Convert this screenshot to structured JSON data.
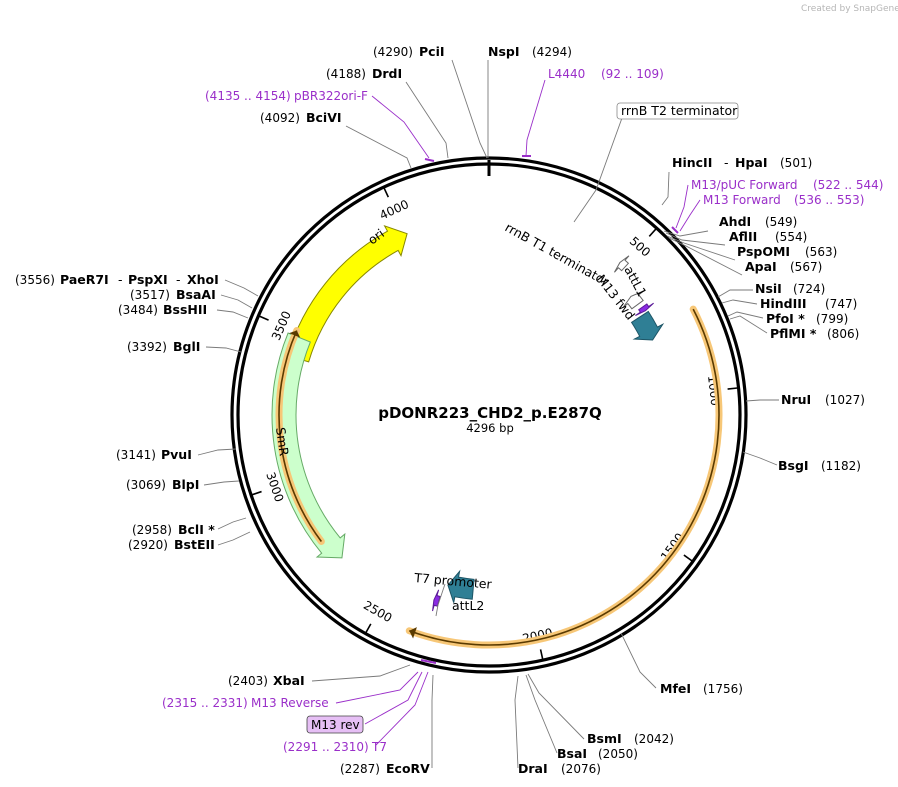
{
  "watermark": "Created by SnapGene",
  "plasmid": {
    "name": "pDONR223_CHD2_p.E287Q",
    "size_label": "4296 bp",
    "length": 4296
  },
  "ticks": [
    {
      "bp": 500,
      "label": "500"
    },
    {
      "bp": 1000,
      "label": "1000"
    },
    {
      "bp": 1500,
      "label": "1500"
    },
    {
      "bp": 2000,
      "label": "2000"
    },
    {
      "bp": 2500,
      "label": "2500"
    },
    {
      "bp": 3000,
      "label": "3000"
    },
    {
      "bp": 3500,
      "label": "3500"
    },
    {
      "bp": 4000,
      "label": "4000"
    }
  ],
  "features": [
    {
      "name": "ori",
      "start": 3418,
      "end": 4006,
      "color": "#ffff00",
      "stroke": "#888800"
    },
    {
      "name": "SmR",
      "start": 2695,
      "end": 3487,
      "color": "#ccffcc",
      "stroke": "#66aa66"
    },
    {
      "name": "rrnB T1 terminator",
      "start": 598,
      "end": 637,
      "color": "#ffffff",
      "stroke": "#666666"
    },
    {
      "name": "rrnB T2 terminator",
      "start": 485,
      "end": 508,
      "color": "#ffffff",
      "stroke": "#666666"
    },
    {
      "name": "attL1",
      "start": 680,
      "end": 780,
      "color": "#2f7f95",
      "stroke": "#1d5566"
    },
    {
      "name": "attL2",
      "start": 2210,
      "end": 2310,
      "color": "#2f7f95",
      "stroke": "#1d5566"
    },
    {
      "name": "M13 fwd",
      "start": 655,
      "end": 672,
      "color": "#8a2be2",
      "stroke": "#5b1a99"
    },
    {
      "name": "T7 promoter",
      "start": 2328,
      "end": 2346,
      "color": "#8a2be2",
      "stroke": "#5b1a99"
    }
  ],
  "orf": {
    "start": 747,
    "end": 2390,
    "label": ""
  },
  "enzymes": [
    {
      "name": "PciI",
      "pos": "(4290)"
    },
    {
      "name": "NspI",
      "pos": "(4294)"
    },
    {
      "name": "DrdI",
      "pos": "(4188)"
    },
    {
      "name": "BciVI",
      "pos": "(4092)"
    },
    {
      "name": "HincII",
      "pos": ""
    },
    {
      "name": "HpaI",
      "pos": "(501)"
    },
    {
      "name": "AhdI",
      "pos": "(549)"
    },
    {
      "name": "AflII",
      "pos": "(554)"
    },
    {
      "name": "PspOMI",
      "pos": "(563)"
    },
    {
      "name": "ApaI",
      "pos": "(567)"
    },
    {
      "name": "NsiI",
      "pos": "(724)"
    },
    {
      "name": "HindIII",
      "pos": "(747)"
    },
    {
      "name": "PfoI *",
      "pos": "(799)"
    },
    {
      "name": "PflMI *",
      "pos": "(806)"
    },
    {
      "name": "NruI",
      "pos": "(1027)"
    },
    {
      "name": "BsgI",
      "pos": "(1182)"
    },
    {
      "name": "MfeI",
      "pos": "(1756)"
    },
    {
      "name": "BsmI",
      "pos": "(2042)"
    },
    {
      "name": "BsaI",
      "pos": "(2050)"
    },
    {
      "name": "DraI",
      "pos": "(2076)"
    },
    {
      "name": "EcoRV",
      "pos": "(2287)"
    },
    {
      "name": "XbaI",
      "pos": "(2403)"
    },
    {
      "name": "BstEII",
      "pos": "(2920)"
    },
    {
      "name": "BclI *",
      "pos": "(2958)"
    },
    {
      "name": "BlpI",
      "pos": "(3069)"
    },
    {
      "name": "PvuI",
      "pos": "(3141)"
    },
    {
      "name": "BglI",
      "pos": "(3392)"
    },
    {
      "name": "BssHII",
      "pos": "(3484)"
    },
    {
      "name": "BsaAI",
      "pos": "(3517)"
    },
    {
      "name": "PaeR7I",
      "pos": "(3556)"
    },
    {
      "name": "PspXI",
      "pos": ""
    },
    {
      "name": "XhoI",
      "pos": ""
    }
  ],
  "primers": [
    {
      "name": "L4440",
      "range": "(92 .. 109)"
    },
    {
      "name": "pBR322ori-F",
      "range": "(4135 .. 4154)"
    },
    {
      "name": "M13/pUC Forward",
      "range": "(522 .. 544)"
    },
    {
      "name": "M13 Forward",
      "range": "(536 .. 553)"
    },
    {
      "name": "M13 Reverse",
      "range": "(2315 .. 2331)"
    },
    {
      "name": "T7",
      "range": "(2291 .. 2310)"
    },
    {
      "name": "M13 rev",
      "range": ""
    }
  ]
}
